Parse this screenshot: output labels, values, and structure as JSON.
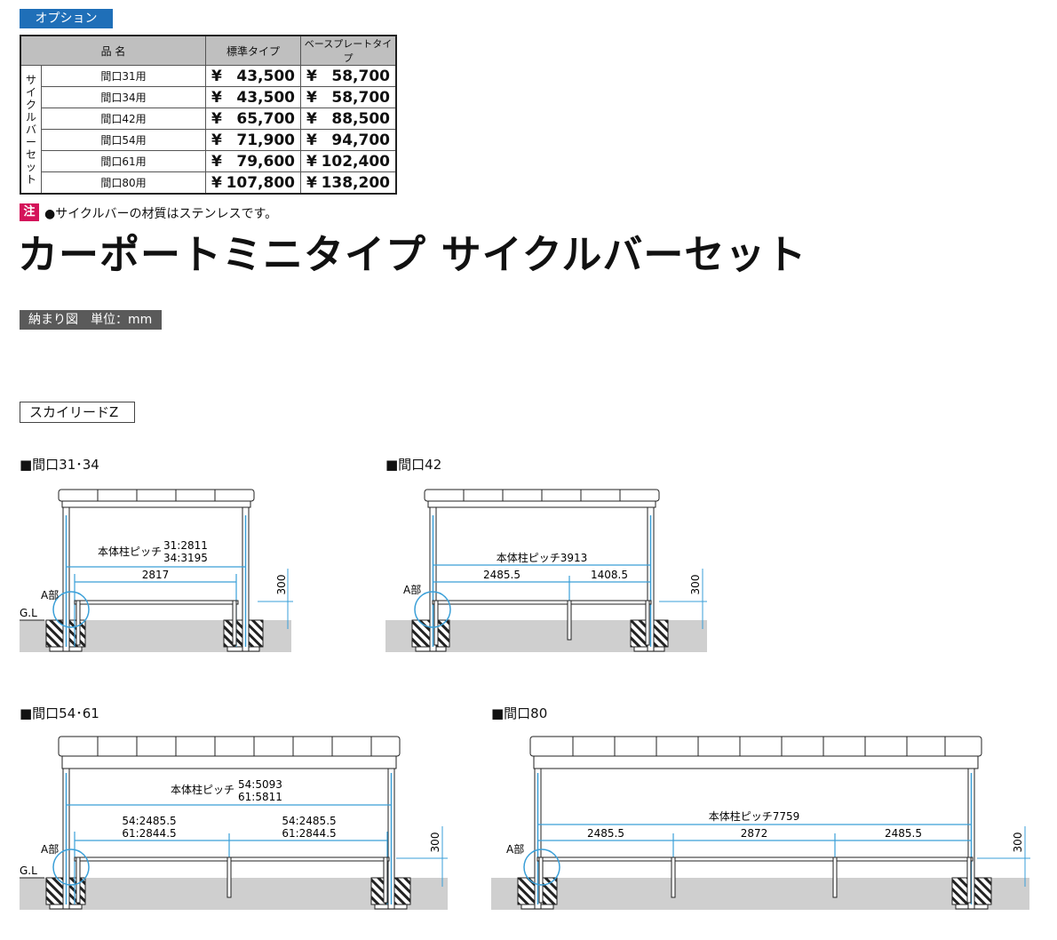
{
  "option_label": "オプション",
  "table": {
    "headers": [
      "品 名",
      "標準タイプ",
      "ベースプレートタイプ"
    ],
    "group_label": [
      "サ",
      "イ",
      "ク",
      "ル",
      "バ",
      "ー",
      "セ",
      "ッ",
      "ト"
    ],
    "rows": [
      {
        "name": "間口31用",
        "standard_yen": "¥",
        "standard": "43,500",
        "base_yen": "¥",
        "base": "58,700"
      },
      {
        "name": "間口34用",
        "standard_yen": "¥",
        "standard": "43,500",
        "base_yen": "¥",
        "base": "58,700"
      },
      {
        "name": "間口42用",
        "standard_yen": "¥",
        "standard": "65,700",
        "base_yen": "¥",
        "base": "88,500"
      },
      {
        "name": "間口54用",
        "standard_yen": "¥",
        "standard": "71,900",
        "base_yen": "¥",
        "base": "94,700"
      },
      {
        "name": "間口61用",
        "standard_yen": "¥",
        "standard": "79,600",
        "base_yen": "¥",
        "base": "102,400"
      },
      {
        "name": "間口80用",
        "standard_yen": "¥",
        "standard": "107,800",
        "base_yen": "¥",
        "base": "138,200"
      }
    ]
  },
  "note": {
    "mark": "注",
    "text": "●サイクルバーの材質はステンレスです。"
  },
  "title": "カーポートミニタイプ サイクルバーセット",
  "fit_label": "納まり図　単位：mm",
  "product_label": "スカイリードZ",
  "diagrams": {
    "d1": {
      "title": "■間口31･34",
      "pitch_label": "本体柱ピッチ",
      "pitch_a": "31:2811",
      "pitch_b": "34:3195",
      "dim1": "2817",
      "height": "300",
      "a_label": "A部",
      "gl": "G.L"
    },
    "d2": {
      "title": "■間口42",
      "pitch_label": "本体柱ピッチ3913",
      "dim1": "2485.5",
      "dim2": "1408.5",
      "height": "300",
      "a_label": "A部"
    },
    "d3": {
      "title": "■間口54･61",
      "pitch_label": "本体柱ピッチ",
      "pitch_a": "54:5093",
      "pitch_b": "61:5811",
      "dim1a": "54:2485.5",
      "dim1b": "61:2844.5",
      "dim2a": "54:2485.5",
      "dim2b": "61:2844.5",
      "height": "300",
      "a_label": "A部",
      "gl": "G.L"
    },
    "d4": {
      "title": "■間口80",
      "pitch_label": "本体柱ピッチ7759",
      "dim1": "2485.5",
      "dim2": "2872",
      "dim3": "2485.5",
      "height": "300",
      "a_label": "A部"
    }
  }
}
